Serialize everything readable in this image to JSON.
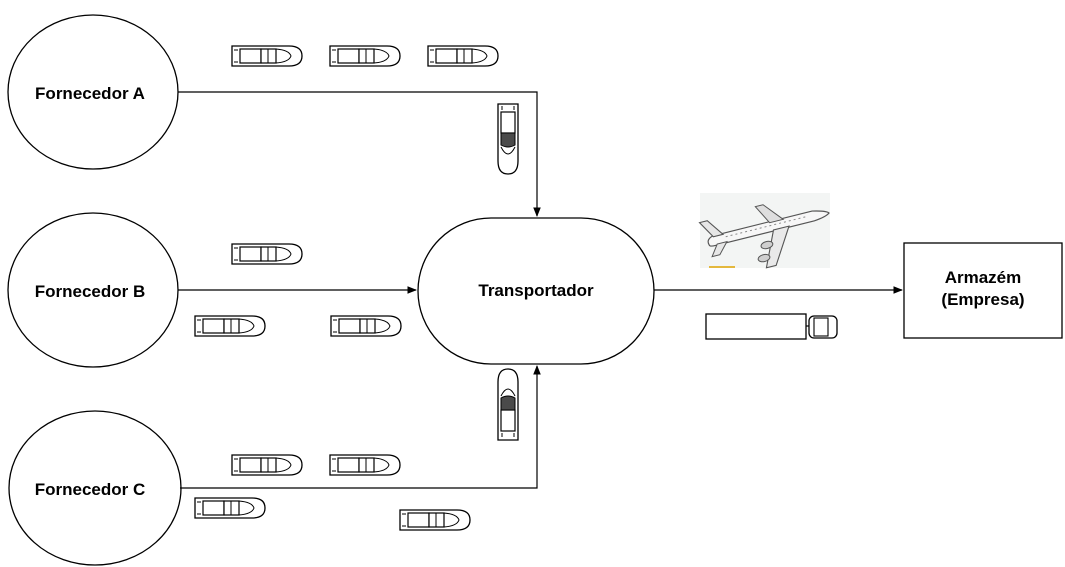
{
  "nodes": {
    "supplier_a": {
      "label": "Fornecedor A"
    },
    "supplier_b": {
      "label": "Fornecedor B"
    },
    "supplier_c": {
      "label": "Fornecedor C"
    },
    "carrier": {
      "label": "Transportador"
    },
    "warehouse": {
      "line1": "Armazém",
      "line2": "(Empresa)"
    }
  },
  "icons": {
    "vehicle": "car-icon",
    "truck": "truck-icon",
    "airplane": "airplane-icon"
  }
}
